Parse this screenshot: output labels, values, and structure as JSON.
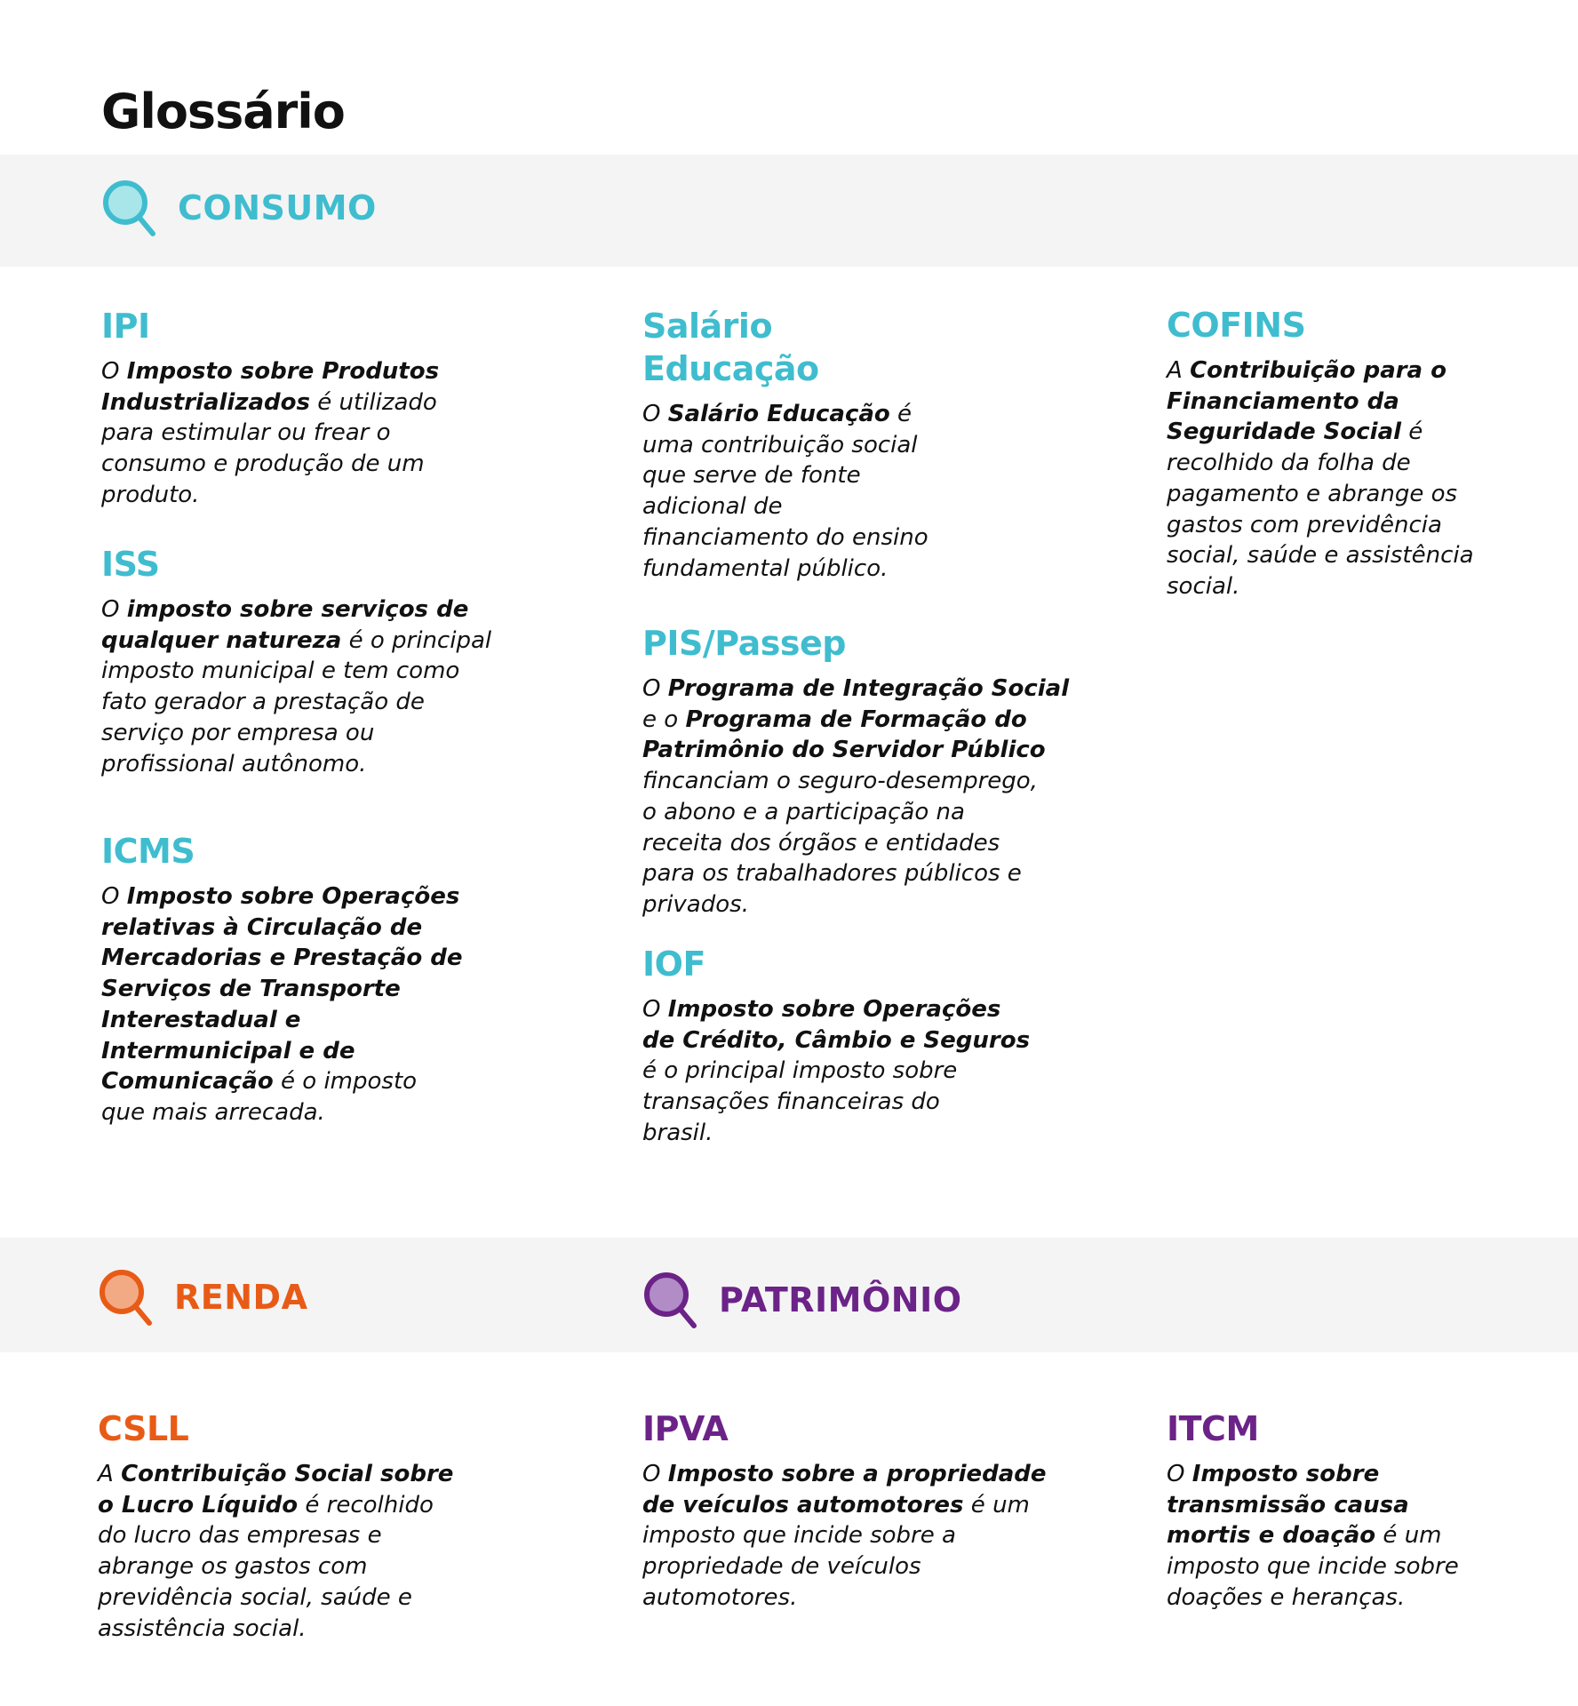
{
  "title": "Glossário",
  "colors": {
    "consumo": "#3fbdcf",
    "renda": "#e85b16",
    "patrimonio": "#6b2388"
  },
  "categories": {
    "consumo": {
      "label": "CONSUMO",
      "icon": "magnifier-icon"
    },
    "renda": {
      "label": "RENDA",
      "icon": "magnifier-icon"
    },
    "patrimonio": {
      "label": "PATRIMÔNIO",
      "icon": "magnifier-icon"
    }
  },
  "entries": {
    "ipi": {
      "term": "IPI",
      "segments": [
        {
          "t": "O ",
          "b": false
        },
        {
          "t": "Imposto sobre Produtos\nIndustrializados",
          "b": true
        },
        {
          "t": " é utilizado\npara estimular ou frear o\nconsumo e  produção de um\nproduto.",
          "b": false
        }
      ]
    },
    "iss": {
      "term": "ISS",
      "segments": [
        {
          "t": "O ",
          "b": false
        },
        {
          "t": "imposto sobre serviços de\nqualquer natureza",
          "b": true
        },
        {
          "t": "  é o principal\nimposto municipal e tem como\nfato gerador a prestação de\nserviço por empresa ou\nprofissional autônomo.",
          "b": false
        }
      ]
    },
    "icms": {
      "term": "ICMS",
      "segments": [
        {
          "t": "O ",
          "b": false
        },
        {
          "t": "Imposto sobre Operações\nrelativas à Circulação de\nMercadorias e Prestação de\nServiços de Transporte\nInterestadual e\nIntermunicipal e de\nComunicação",
          "b": true
        },
        {
          "t": " é o imposto\nque mais arrecada.",
          "b": false
        }
      ]
    },
    "salario": {
      "term": "Salário\nEducação",
      "segments": [
        {
          "t": "O ",
          "b": false
        },
        {
          "t": "Salário Educação",
          "b": true
        },
        {
          "t": " é\numa contribuição social\nque serve de fonte\nadicional de\nfinanciamento do ensino\nfundamental público.",
          "b": false
        }
      ]
    },
    "pis": {
      "term": "PIS/Passep",
      "segments": [
        {
          "t": "O ",
          "b": false
        },
        {
          "t": "Programa de Integração Social",
          "b": true
        },
        {
          "t": "\ne o ",
          "b": false
        },
        {
          "t": "Programa de Formação do\nPatrimônio do Servidor Público",
          "b": true
        },
        {
          "t": "\nfincanciam o seguro-desemprego,\no abono e a participação na\nreceita dos órgãos e entidades\npara os trabalhadores públicos e\nprivados.",
          "b": false
        }
      ]
    },
    "iof": {
      "term": "IOF",
      "segments": [
        {
          "t": "O ",
          "b": false
        },
        {
          "t": "Imposto sobre Operações\nde Crédito, Câmbio e Seguros",
          "b": true
        },
        {
          "t": "\né o principal imposto sobre\ntransações financeiras do\nbrasil.",
          "b": false
        }
      ]
    },
    "cofins": {
      "term": "COFINS",
      "segments": [
        {
          "t": "A ",
          "b": false
        },
        {
          "t": "Contribuição para o\nFinanciamento da\nSeguridade Social",
          "b": true
        },
        {
          "t": " é\nrecolhido da folha de\npagamento e abrange os\ngastos com previdência\nsocial, saúde e assistência\nsocial.",
          "b": false
        }
      ]
    },
    "csll": {
      "term": "CSLL",
      "segments": [
        {
          "t": "A ",
          "b": false
        },
        {
          "t": "Contribuição Social sobre\no Lucro Líquido",
          "b": true
        },
        {
          "t": " é recolhido\ndo lucro das empresas e\nabrange os gastos com\nprevidência social, saúde e\nassistência social.",
          "b": false
        }
      ]
    },
    "ipva": {
      "term": "IPVA",
      "segments": [
        {
          "t": "O ",
          "b": false
        },
        {
          "t": "Imposto sobre a propriedade\nde veículos automotores",
          "b": true
        },
        {
          "t": " é um\nimposto que incide sobre a\npropriedade de veículos\nautomotores.",
          "b": false
        }
      ]
    },
    "itcm": {
      "term": "ITCM",
      "segments": [
        {
          "t": "O ",
          "b": false
        },
        {
          "t": "Imposto sobre\ntransmissão causa\nmortis e doação",
          "b": true
        },
        {
          "t": " é um\nimposto que incide sobre\ndoações e heranças.",
          "b": false
        }
      ]
    }
  }
}
